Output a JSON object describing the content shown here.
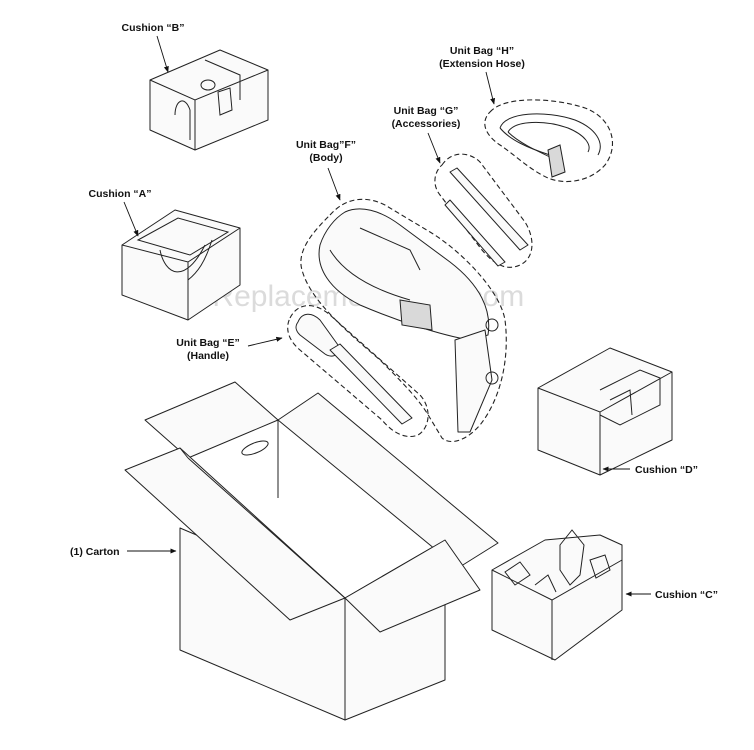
{
  "watermark": "eReplacementParts.com",
  "labels": {
    "cushion_b": "Cushion “B”",
    "cushion_a": "Cushion “A”",
    "cushion_c": "Cushion “C”",
    "cushion_d": "Cushion “D”",
    "bag_h_line1": "Unit Bag “H”",
    "bag_h_line2": "(Extension Hose)",
    "bag_g_line1": "Unit Bag “G”",
    "bag_g_line2": "(Accessories)",
    "bag_f_line1": "Unit Bag”F”",
    "bag_f_line2": "(Body)",
    "bag_e_line1": "Unit Bag “E”",
    "bag_e_line2": "(Handle)",
    "carton": "(1) Carton"
  }
}
